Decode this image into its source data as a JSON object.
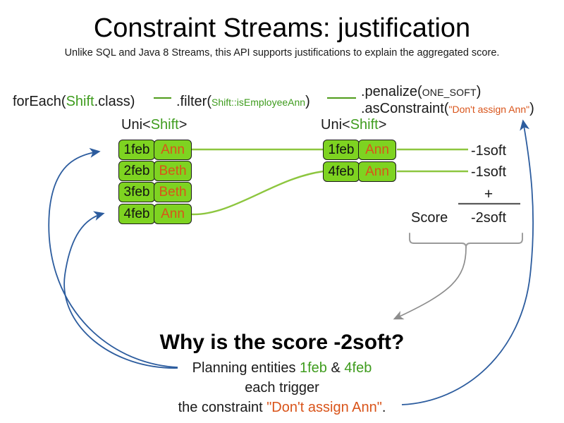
{
  "slide": {
    "title": "Constraint Streams: justification",
    "subtitle": "Unlike SQL and Java 8 Streams, this API supports justifications to explain the aggregated score."
  },
  "colors": {
    "class_green": "#3f9c1e",
    "card_green": "#7ed321",
    "constraint_orange": "#d9541a",
    "arrow_blue": "#2c5c9e",
    "brace_gray": "#9a9a9a",
    "line_green": "#8dc63f",
    "text_black": "#1a1a1a"
  },
  "pipeline": {
    "foreach": {
      "head": "forEach(",
      "type": "Shift",
      "tail": ".class)"
    },
    "filter": {
      "head": ".filter(",
      "method_ref": "Shift::isEmployeeAnn",
      "tail": ")"
    },
    "penalize": {
      "head": ".penalize(",
      "enum": "ONE_SOFT",
      "tail": ")"
    },
    "as_constraint": {
      "head": ".asConstraint(",
      "constraint_name": "\"Don't assign Ann\"",
      "tail": ")"
    }
  },
  "streams": {
    "left": {
      "caption_head": "Uni<",
      "caption_type": "Shift",
      "caption_tail": ">",
      "rows": [
        {
          "date": "1feb",
          "employee": "Ann"
        },
        {
          "date": "2feb",
          "employee": "Beth"
        },
        {
          "date": "3feb",
          "employee": "Beth"
        },
        {
          "date": "4feb",
          "employee": "Ann"
        }
      ]
    },
    "right": {
      "caption_head": "Uni<",
      "caption_type": "Shift",
      "caption_tail": ">",
      "rows": [
        {
          "date": "1feb",
          "employee": "Ann"
        },
        {
          "date": "4feb",
          "employee": "Ann"
        }
      ]
    }
  },
  "score": {
    "impacts": [
      "-1soft",
      "-1soft"
    ],
    "operator": "+",
    "label": "Score",
    "total": "-2soft"
  },
  "explanation": {
    "heading": "Why is the score -2soft?",
    "line1_prefix": "Planning entities ",
    "line1_entity_a": "1feb",
    "line1_amp": " & ",
    "line1_entity_b": "4feb",
    "line2": "each trigger",
    "line3_prefix": "the constraint ",
    "line3_constraint": "\"Don't assign Ann\"",
    "line3_suffix": "."
  }
}
